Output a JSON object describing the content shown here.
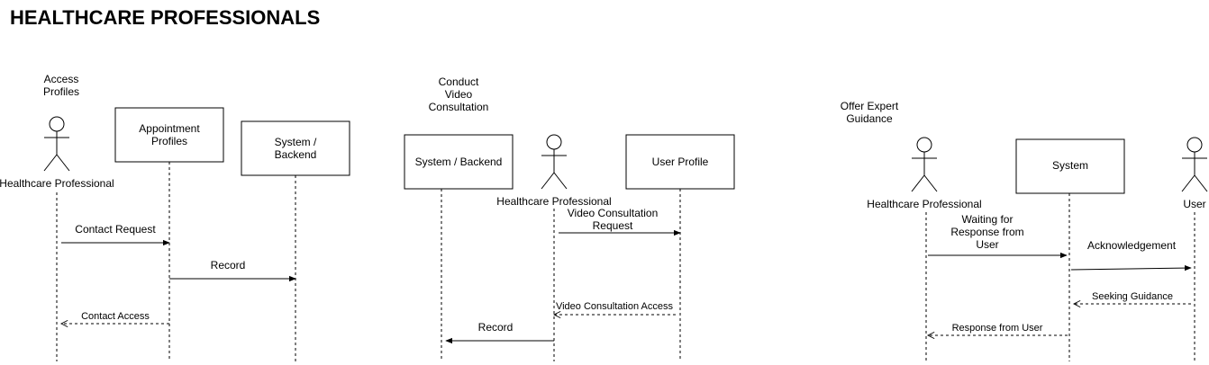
{
  "page": {
    "title": "HEALTHCARE PROFESSIONALS"
  },
  "diagrams": [
    {
      "caption": "Access Profiles",
      "participants": [
        {
          "label": "Healthcare Professional"
        },
        {
          "label": "Appointment Profiles"
        },
        {
          "label": "System / Backend"
        }
      ],
      "messages": [
        {
          "label": "Contact Request",
          "style": "solid"
        },
        {
          "label": "Record",
          "style": "solid"
        },
        {
          "label": "Contact Access",
          "style": "dashed"
        }
      ]
    },
    {
      "caption": "Conduct Video Consultation",
      "participants": [
        {
          "label": "System / Backend"
        },
        {
          "label": "Healthcare Professional"
        },
        {
          "label": "User Profile"
        }
      ],
      "messages": [
        {
          "label": "Video Consultation Request",
          "style": "solid"
        },
        {
          "label": "Video Consultation Access",
          "style": "dashed"
        },
        {
          "label": "Record",
          "style": "solid"
        }
      ]
    },
    {
      "caption": "Offer Expert Guidance",
      "participants": [
        {
          "label": "Healthcare Professional"
        },
        {
          "label": "System"
        },
        {
          "label": "User"
        }
      ],
      "messages": [
        {
          "label": "Waiting for Response from User",
          "style": "solid"
        },
        {
          "label": "Acknowledgement",
          "style": "solid"
        },
        {
          "label": "Seeking Guidance",
          "style": "dashed"
        },
        {
          "label": "Response from User",
          "style": "dashed"
        }
      ]
    }
  ]
}
